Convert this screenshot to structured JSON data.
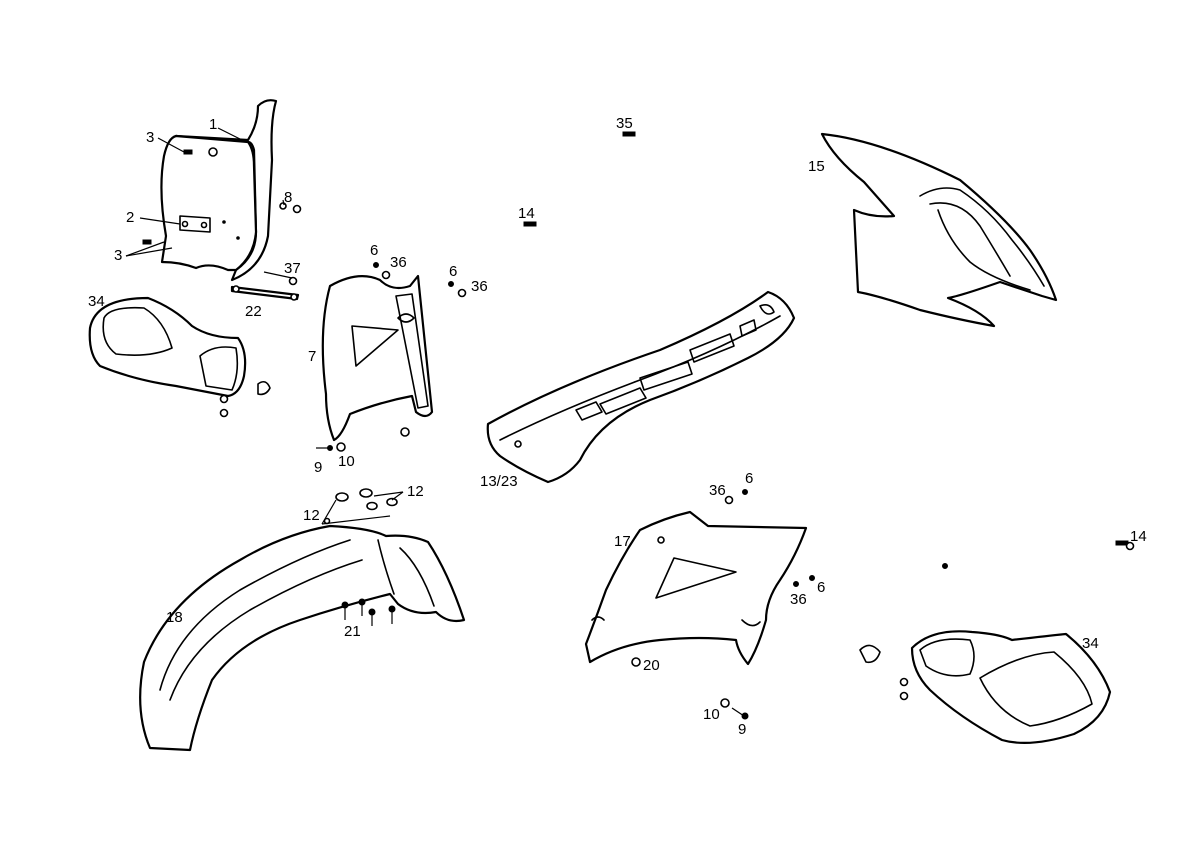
{
  "callouts": [
    {
      "id": "c1",
      "text": "1"
    },
    {
      "id": "c2",
      "text": "2"
    },
    {
      "id": "c3a",
      "text": "3"
    },
    {
      "id": "c3b",
      "text": "3"
    },
    {
      "id": "c8",
      "text": "8"
    },
    {
      "id": "c37",
      "text": "37"
    },
    {
      "id": "c22",
      "text": "22"
    },
    {
      "id": "c34a",
      "text": "34"
    },
    {
      "id": "c6a",
      "text": "6"
    },
    {
      "id": "c36a",
      "text": "36"
    },
    {
      "id": "c6b",
      "text": "6"
    },
    {
      "id": "c36b",
      "text": "36"
    },
    {
      "id": "c7",
      "text": "7"
    },
    {
      "id": "c9a",
      "text": "9"
    },
    {
      "id": "c10a",
      "text": "10"
    },
    {
      "id": "c35",
      "text": "35"
    },
    {
      "id": "c14a",
      "text": "14"
    },
    {
      "id": "c15",
      "text": "15"
    },
    {
      "id": "c1323",
      "text": "13/23"
    },
    {
      "id": "c12a",
      "text": "12"
    },
    {
      "id": "c12b",
      "text": "12"
    },
    {
      "id": "c18",
      "text": "18"
    },
    {
      "id": "c21",
      "text": "21"
    },
    {
      "id": "c36c",
      "text": "36"
    },
    {
      "id": "c6c",
      "text": "6"
    },
    {
      "id": "c17",
      "text": "17"
    },
    {
      "id": "c36d",
      "text": "36"
    },
    {
      "id": "c6d",
      "text": "6"
    },
    {
      "id": "c20",
      "text": "20"
    },
    {
      "id": "c10b",
      "text": "10"
    },
    {
      "id": "c9b",
      "text": "9"
    },
    {
      "id": "c14b",
      "text": "14"
    },
    {
      "id": "c34b",
      "text": "34"
    }
  ]
}
